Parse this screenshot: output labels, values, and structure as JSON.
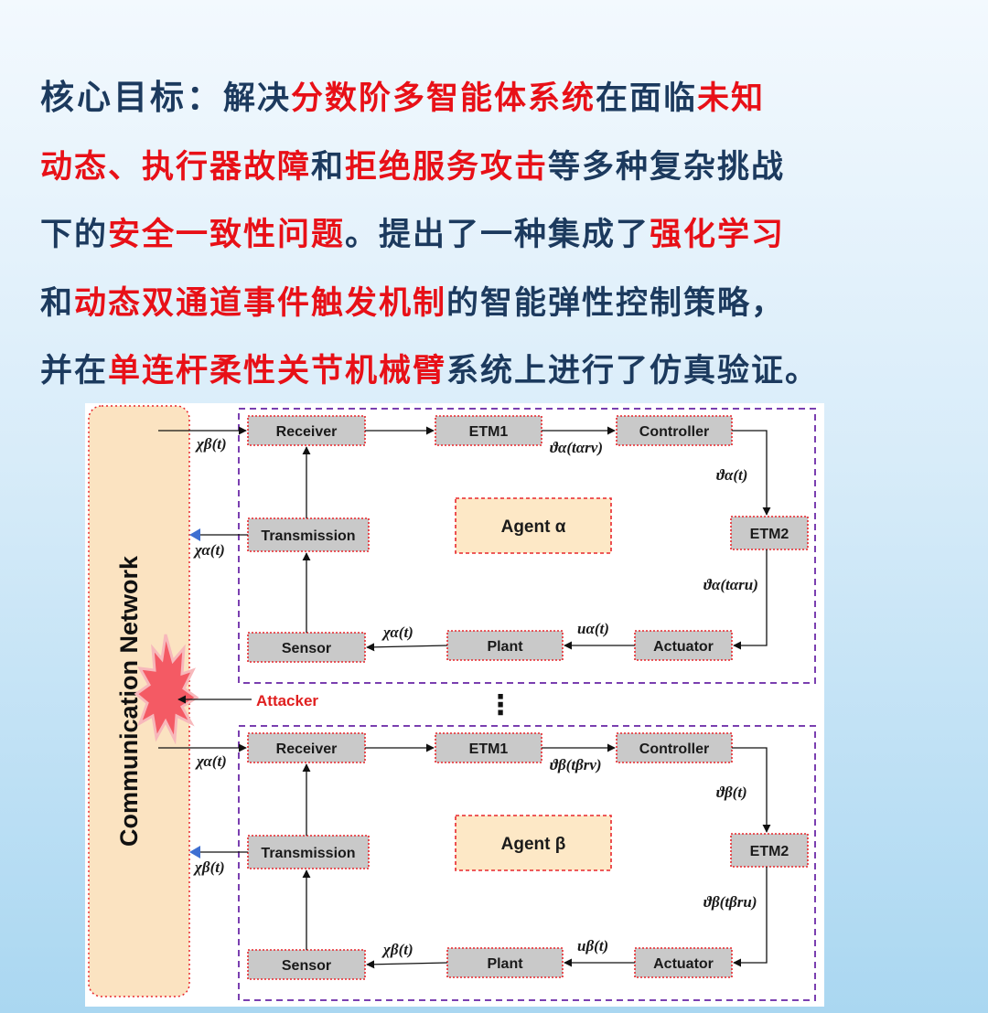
{
  "headline": {
    "label": "核心目标：",
    "lines": [
      [
        {
          "t": "解决",
          "hl": false
        },
        {
          "t": "分数阶多智能体系统",
          "hl": true
        },
        {
          "t": "在面临",
          "hl": false
        },
        {
          "t": "未知",
          "hl": true
        }
      ],
      [
        {
          "t": "动态、执行器故障",
          "hl": true
        },
        {
          "t": "和",
          "hl": false
        },
        {
          "t": "拒绝服务攻击",
          "hl": true
        },
        {
          "t": "等多种复杂挑战",
          "hl": false
        }
      ],
      [
        {
          "t": "下的",
          "hl": false
        },
        {
          "t": "安全一致性问题",
          "hl": true
        },
        {
          "t": "。提出了一种集成了",
          "hl": false
        },
        {
          "t": "强化学习",
          "hl": true
        }
      ],
      [
        {
          "t": "和",
          "hl": false
        },
        {
          "t": "动态双通道事件触发机制",
          "hl": true
        },
        {
          "t": "的智能弹性控制策略，",
          "hl": false
        }
      ],
      [
        {
          "t": "并在",
          "hl": false
        },
        {
          "t": "单连杆柔性关节机械臂",
          "hl": true
        },
        {
          "t": "系统上进行了仿真验证。",
          "hl": false
        }
      ]
    ]
  },
  "diagram": {
    "network_label": "Communication Network",
    "attacker_label": "Attacker",
    "ellipsis": "⋮",
    "blocks": {
      "receiver": "Receiver",
      "etm1": "ETM1",
      "controller": "Controller",
      "etm2": "ETM2",
      "actuator": "Actuator",
      "plant": "Plant",
      "sensor": "Sensor",
      "transmission": "Transmission"
    },
    "agents": [
      {
        "label": "Agent α",
        "sig_in": "χβ(t)",
        "sig_out": "χα(t)",
        "etm1_out": "ϑα(tαrv)",
        "ctrl_out": "ϑα(t)",
        "etm2_out": "ϑα(tαru)",
        "act_out": "uα(t)",
        "plant_out": "χα(t)"
      },
      {
        "label": "Agent β",
        "sig_in": "χα(t)",
        "sig_out": "χβ(t)",
        "etm1_out": "ϑβ(tβrv)",
        "ctrl_out": "ϑβ(t)",
        "etm2_out": "ϑβ(tβru)",
        "act_out": "uβ(t)",
        "plant_out": "χβ(t)"
      }
    ],
    "colors": {
      "block_fill": "#c9c9c9",
      "block_border": "#e8272c",
      "agent_box_border": "#7a3fb0",
      "network_fill": "#fbe3c1",
      "agent_label_fill": "#fde8c6",
      "attacker": "#e02020",
      "arrow_blue": "#3f6fd1"
    }
  }
}
